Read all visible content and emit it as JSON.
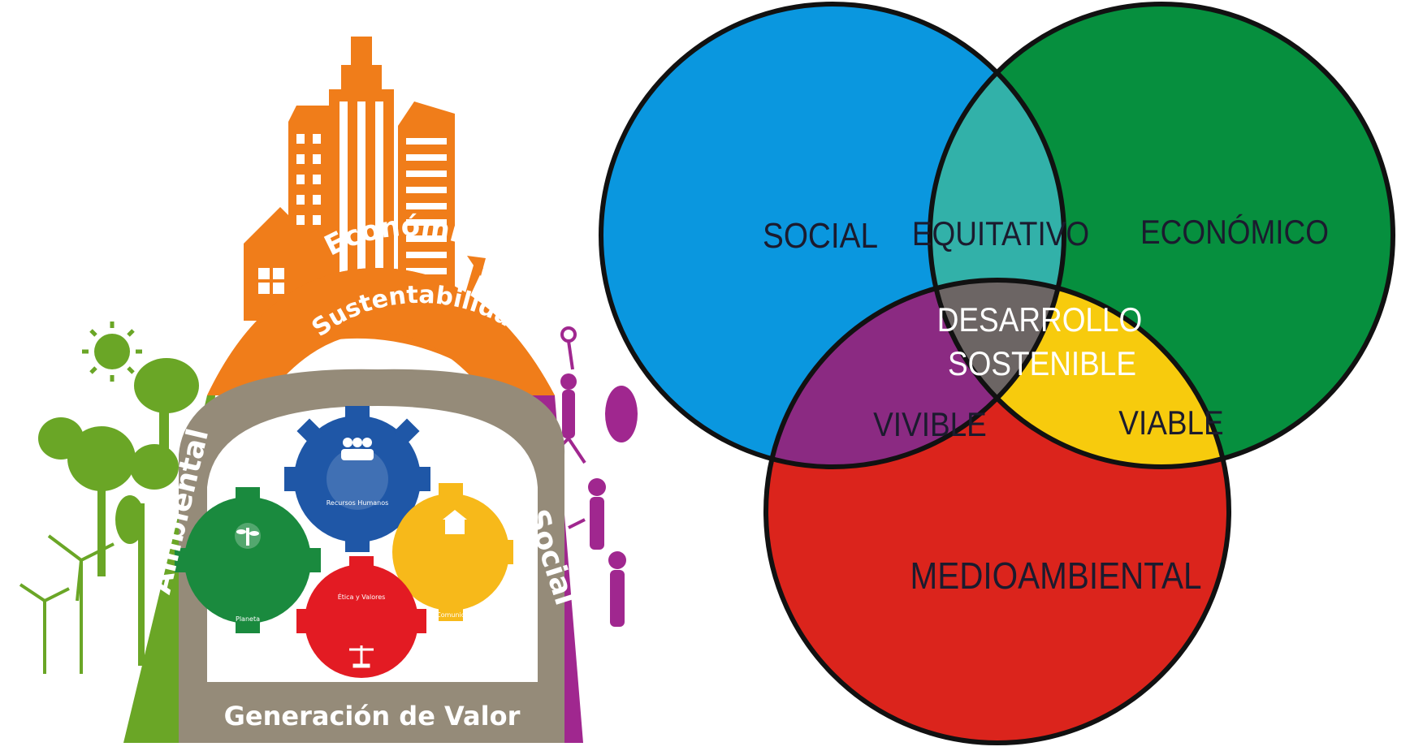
{
  "left_diagram": {
    "arc_economica": "Económica",
    "arc_sustentabilidad": "Sustentabilidad",
    "arc_ambiental": "Ambiental",
    "arc_social": "Social",
    "base_generacion": "Generación de Valor",
    "gear_top_label": "Recursos Humanos",
    "gear_left_label": "Planeta",
    "gear_center_label": "Ética y Valores",
    "gear_right_label": "Comunidad",
    "colors": {
      "economica": "#f07d1a",
      "ambiental": "#6aa626",
      "social": "#a0278f",
      "sustentabilidad": "#958b79",
      "gear_blue": "#1f57a7",
      "gear_green": "#1a8a3e",
      "gear_red": "#e31b23",
      "gear_yellow": "#f7b91a"
    }
  },
  "venn_diagram": {
    "social": "SOCIAL",
    "economico": "ECONÓMICO",
    "medioambiental": "MEDIOAMBIENTAL",
    "equitativo": "EQUITATIVO",
    "vivible": "VIVIBLE",
    "viable": "VIABLE",
    "desarrollo_line1": "DESARROLLO",
    "desarrollo_line2": "SOSTENIBLE",
    "colors": {
      "social": "#0a97df",
      "economico": "#068f3e",
      "medioambiental": "#db241c",
      "equitativo": "#32b1a9",
      "vivible": "#8b2a82",
      "viable": "#f7cb0d",
      "center": "#6c6564"
    }
  }
}
